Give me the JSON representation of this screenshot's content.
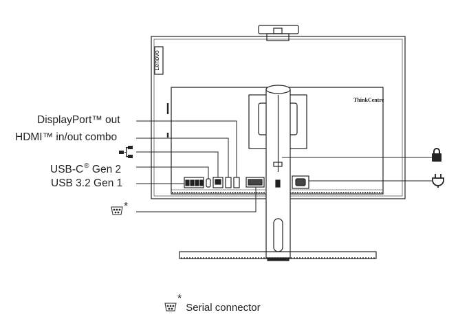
{
  "brand": {
    "bezel_logo": "Lenovo",
    "back_logo": "ThinkCentre"
  },
  "callouts": {
    "displayport": "DisplayPort™ out",
    "hdmi": "HDMI™ in/out combo",
    "ethernet_icon": "network-ethernet-icon",
    "usbc_prefix": "USB-C",
    "usbc_reg": "®",
    "usbc_suffix": " Gen 2",
    "usb_a": "USB 3.2 Gen 1",
    "serial_icon": "serial-port-icon",
    "serial_asterisk": "*",
    "lock_icon": "padlock-icon",
    "power_icon": "power-plug-icon"
  },
  "footnote": {
    "asterisk": "*",
    "text": "Serial connector"
  }
}
